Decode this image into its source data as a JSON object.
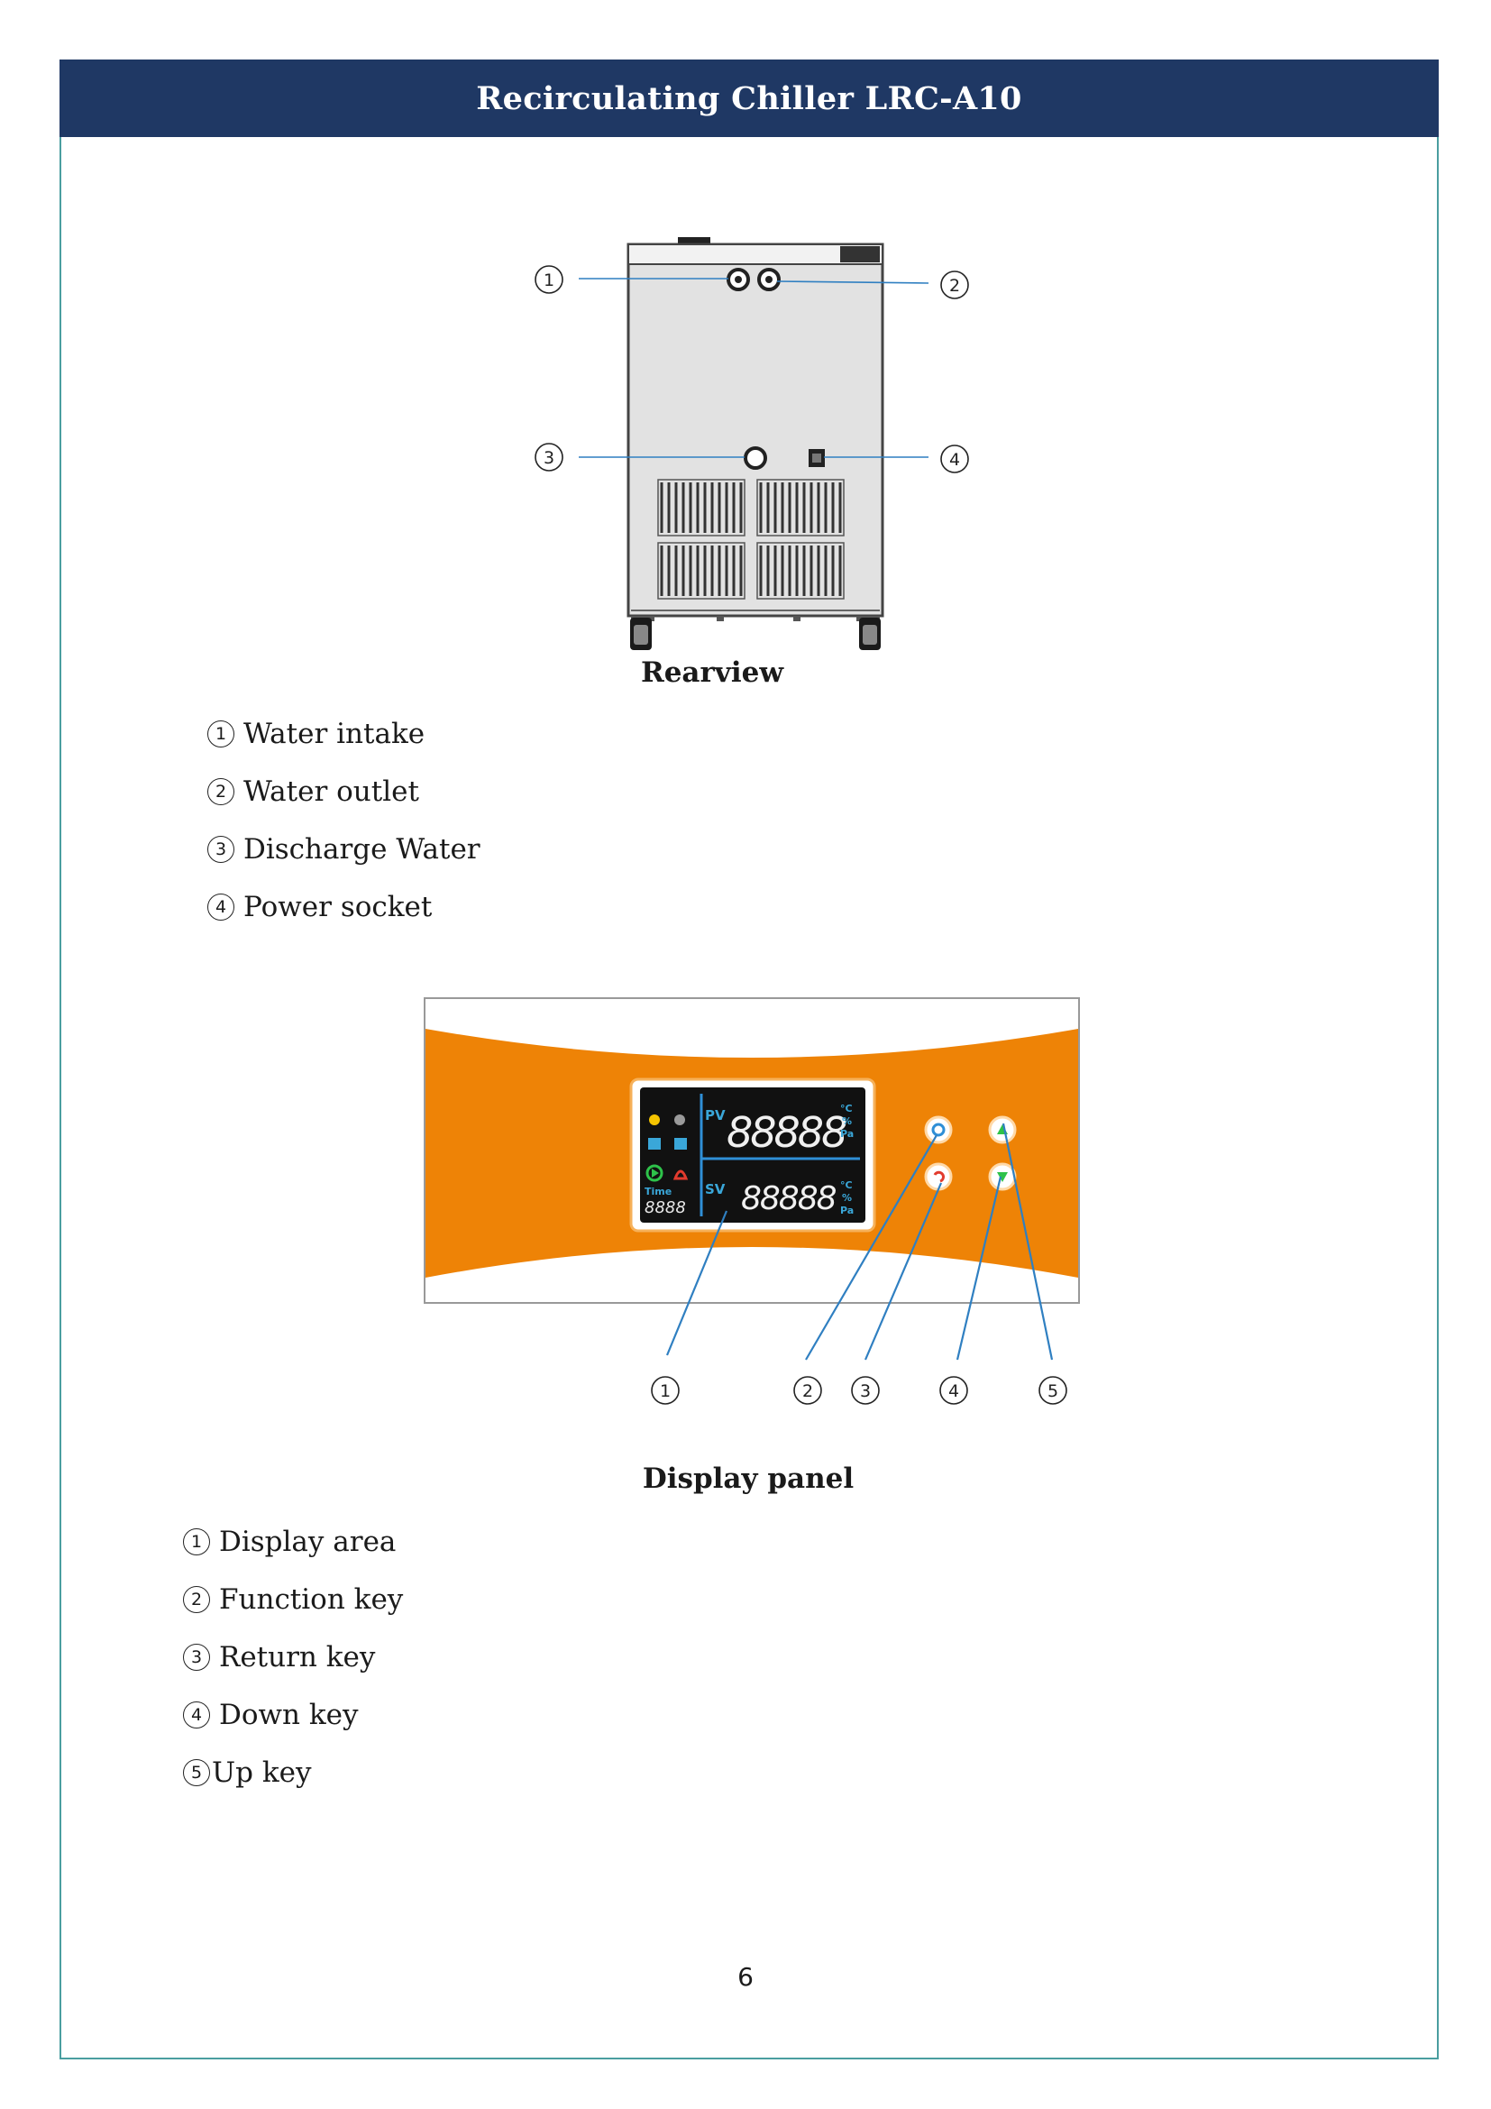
{
  "header": {
    "title": "Recirculating Chiller LRC-A10"
  },
  "rearview": {
    "caption": "Rearview",
    "callouts": [
      "1",
      "2",
      "3",
      "4"
    ],
    "items": [
      {
        "num": "1",
        "label": "Water intake"
      },
      {
        "num": "2",
        "label": "Water outlet"
      },
      {
        "num": "3",
        "label": "Discharge Water"
      },
      {
        "num": "4",
        "label": "Power socket"
      }
    ]
  },
  "display_panel": {
    "caption": "Display panel",
    "callouts": [
      "1",
      "2",
      "3",
      "4",
      "5"
    ],
    "lcd": {
      "pv_label": "PV",
      "sv_label": "SV",
      "pv_digits": "88888",
      "sv_digits": "88888",
      "time_label": "Time",
      "time_digits": "8888",
      "unit_c": "°C",
      "unit_pct": "%",
      "unit_pa": "Pa"
    },
    "items": [
      {
        "num": "1",
        "label": "Display area"
      },
      {
        "num": "2",
        "label": "Function key"
      },
      {
        "num": "3",
        "label": "Return key"
      },
      {
        "num": "4",
        "label": "Down key"
      },
      {
        "num": "5",
        "label": "Up key"
      }
    ]
  },
  "footer": {
    "page_number": "6"
  },
  "colors": {
    "header_bg": "#1f3864",
    "frame": "#4a9ea0",
    "panel_orange": "#ee8306",
    "callout_line": "#2f7fc1"
  }
}
